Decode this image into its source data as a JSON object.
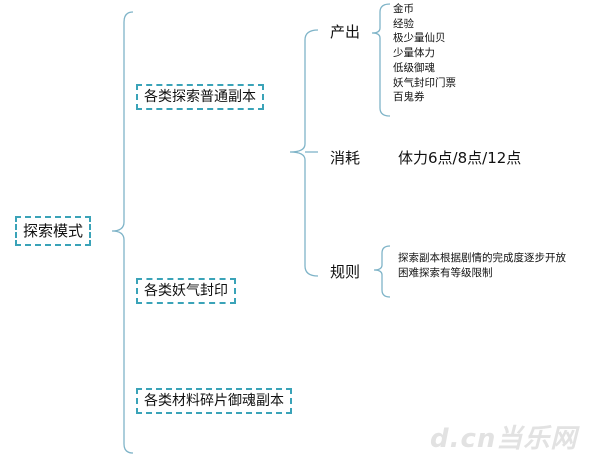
{
  "root": {
    "label": "探索模式"
  },
  "branches": [
    {
      "label": "各类探索普通副本"
    },
    {
      "label": "各类妖气封印"
    },
    {
      "label": "各类材料碎片御魂副本"
    }
  ],
  "output": {
    "label": "产出",
    "items": [
      "金币",
      "经验",
      "极少量仙贝",
      "少量体力",
      "低级御魂",
      "妖气封印门票",
      "百鬼券"
    ]
  },
  "consume": {
    "label": "消耗",
    "value": "体力6点/8点/12点"
  },
  "rules": {
    "label": "规则",
    "lines": [
      "探索副本根据剧情的完成度逐步开放",
      "困难探索有等级限制"
    ]
  },
  "watermark": {
    "text": "d.cn当乐网"
  },
  "colors": {
    "line": "#7fb4c8",
    "box_border": "#3aa3b8"
  }
}
